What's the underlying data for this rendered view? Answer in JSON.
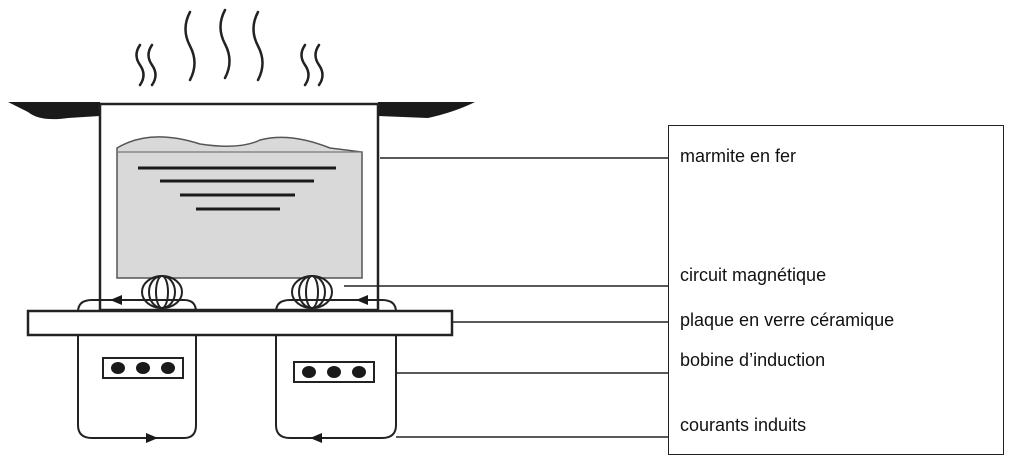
{
  "labels": {
    "pot": "marmite en fer",
    "magnetic_circuit": "circuit magnétique",
    "glass_plate": "plaque en verre céramique",
    "induction_coil": "bobine d’induction",
    "induced_currents": "courants induits"
  },
  "colors": {
    "stroke": "#222222",
    "liquid": "#d9d9d9",
    "liquid_shade": "#c8c8c8",
    "dark": "#1a1a1a"
  }
}
